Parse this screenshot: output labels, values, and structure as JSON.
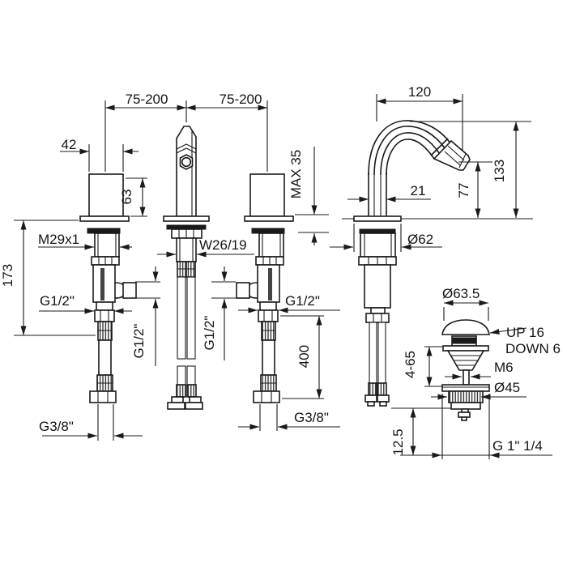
{
  "drawing": {
    "title": "three-hole bidet mixer technical drawing",
    "colors": {
      "line": "#1a1a1a",
      "background": "#ffffff"
    },
    "labels": {
      "span_left": "75-200",
      "span_right": "75-200",
      "spout_reach": "120",
      "handle_width": "42",
      "handle_height": "63",
      "max_deck": "MAX 35",
      "tube_width": "21",
      "spout_height_total": "133",
      "spout_height_outlet": "77",
      "valve_thread": "M29x1",
      "spout_thread": "W26/19",
      "flange_diameter": "Ø62",
      "valve_depth": "173",
      "g12_left": "G1/2\"",
      "g12_left_vertical": "G1/2\"",
      "g12_right_vertical": "G1/2\"",
      "g12_right": "G1/2\"",
      "hose_length": "400",
      "g38_left": "G3/8\"",
      "g38_right": "G3/8\"",
      "drain_cap_diameter": "Ø63.5",
      "drain_up": "UP 16",
      "drain_down": "DOWN 6",
      "drain_screw": "M6",
      "drain_flange_diameter": "Ø45",
      "drain_range": "4-65",
      "drain_tail": "12.5",
      "drain_thread": "G 1\" 1/4"
    }
  }
}
